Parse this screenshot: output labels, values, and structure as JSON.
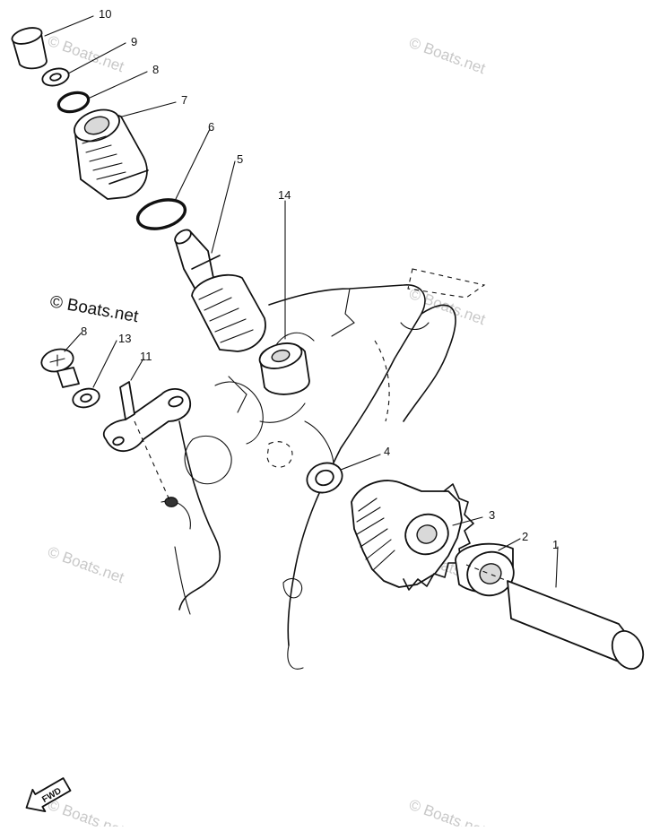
{
  "diagram": {
    "callouts": [
      {
        "id": "c1",
        "text": "1"
      },
      {
        "id": "c2",
        "text": "2"
      },
      {
        "id": "c3",
        "text": "3"
      },
      {
        "id": "c4",
        "text": "4"
      },
      {
        "id": "c5",
        "text": "5"
      },
      {
        "id": "c6",
        "text": "6"
      },
      {
        "id": "c7",
        "text": "7"
      },
      {
        "id": "c8",
        "text": "8"
      },
      {
        "id": "c9",
        "text": "9"
      },
      {
        "id": "c10",
        "text": "10"
      },
      {
        "id": "c11",
        "text": "11"
      },
      {
        "id": "c12",
        "text": "8"
      },
      {
        "id": "c13",
        "text": "13"
      },
      {
        "id": "c14",
        "text": "14"
      }
    ],
    "fwd_label": "FWD"
  },
  "watermarks": {
    "text": "© Boats.net",
    "dark_text": "© Boats.net"
  },
  "colors": {
    "ink": "#111111",
    "watermark": "#c8c8c8",
    "background": "#ffffff"
  }
}
